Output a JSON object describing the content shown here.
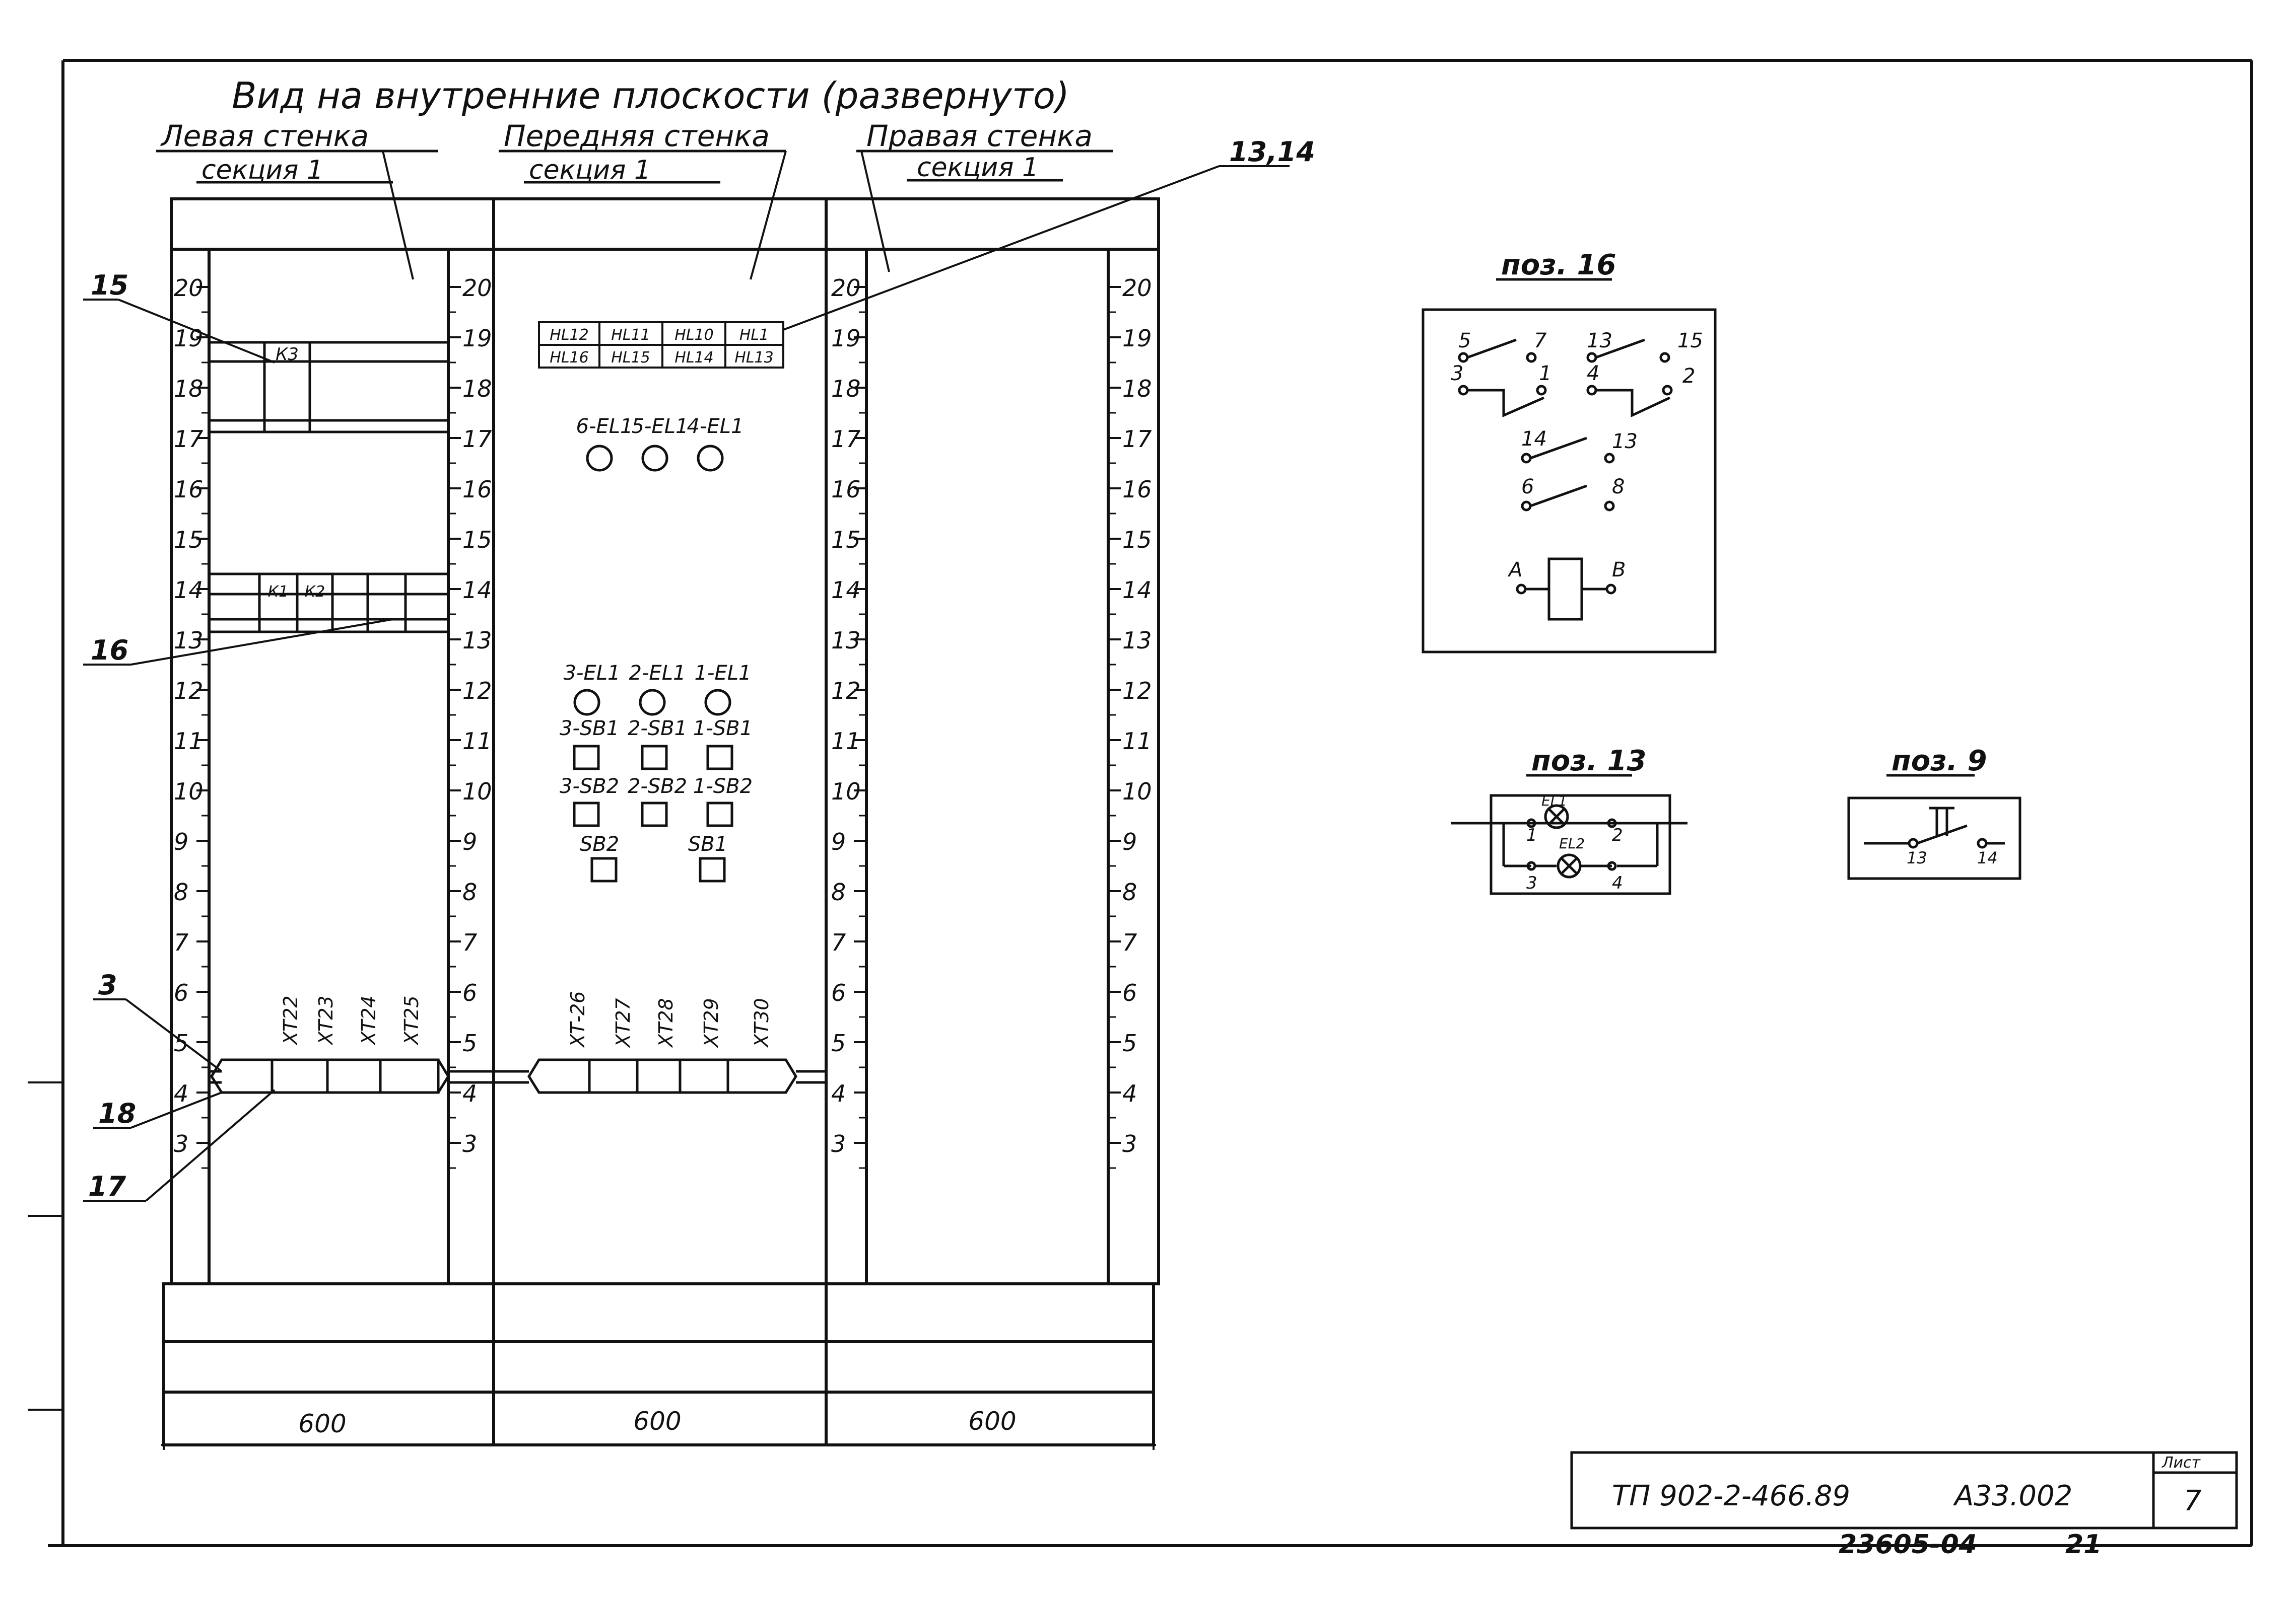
{
  "title": "Вид на внутренние плоскости (развернуто)",
  "walls": [
    {
      "name": "Левая стенка",
      "section": "секция 1",
      "width": "600"
    },
    {
      "name": "Передняя стенка",
      "section": "секция 1",
      "width": "600"
    },
    {
      "name": "Правая стенка",
      "section": "секция 1",
      "width": "600"
    }
  ],
  "scale_numbers": [
    "20",
    "19",
    "18",
    "17",
    "16",
    "15",
    "14",
    "13",
    "12",
    "11",
    "10",
    "9",
    "8",
    "7",
    "6",
    "5",
    "4",
    "3"
  ],
  "callouts": {
    "c15": "15",
    "c16": "16",
    "c3": "3",
    "c18": "18",
    "c17": "17",
    "c1314": "13,14"
  },
  "left_wall": {
    "relay_k3": "К3",
    "relay_k1": "К1",
    "relay_k2": "К2",
    "terminals": [
      "ХТ22",
      "ХТ23",
      "ХТ24",
      "ХТ25"
    ]
  },
  "front_wall": {
    "hl_row1": [
      "HL12",
      "HL11",
      "HL10",
      "HL1"
    ],
    "hl_row2": [
      "HL16",
      "HL15",
      "HL14",
      "HL13"
    ],
    "lamps_top": [
      "6-EL1",
      "5-EL1",
      "4-EL1"
    ],
    "lamps_mid": [
      "3-EL1",
      "2-EL1",
      "1-EL1"
    ],
    "buttons_sb1": [
      "3-SB1",
      "2-SB1",
      "1-SB1"
    ],
    "buttons_sb2": [
      "3-SB2",
      "2-SB2",
      "1-SB2"
    ],
    "buttons_bottom": [
      "SB2",
      "SB1"
    ],
    "terminals": [
      "ХТ-26",
      "ХТ27",
      "ХТ28",
      "ХТ29",
      "ХТ30"
    ]
  },
  "pos16": {
    "title": "поз. 16",
    "contacts_row1": [
      "5",
      "7",
      "13",
      "15"
    ],
    "contacts_row2": [
      "3",
      "1",
      "4",
      "2"
    ],
    "contacts_row3": [
      "14",
      "13"
    ],
    "contacts_row4": [
      "6",
      "8"
    ],
    "coil": [
      "А",
      "В"
    ]
  },
  "pos13": {
    "title": "поз. 13",
    "lamps": [
      "EL1",
      "EL2"
    ],
    "pins": [
      "1",
      "2",
      "3",
      "4"
    ]
  },
  "pos9": {
    "title": "поз. 9",
    "pins": [
      "13",
      "14"
    ]
  },
  "stamp": {
    "doc": "ТП 902-2-466.89",
    "code": "А33.002",
    "sheet_label": "Лист",
    "sheet": "7",
    "inv": "23605-04",
    "num": "21"
  }
}
